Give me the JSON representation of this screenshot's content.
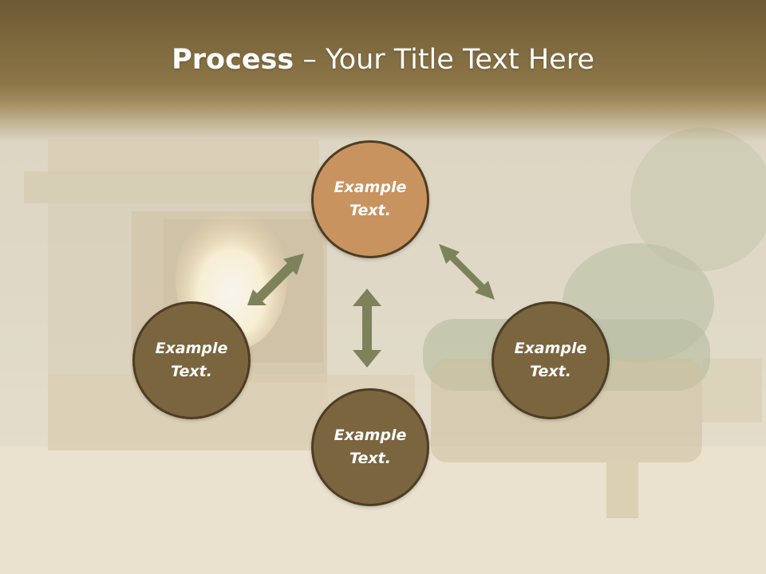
{
  "slide": {
    "title_bold": "Process",
    "title_rest": " – Your Title Text Here"
  },
  "diagram": {
    "nodes": {
      "top": {
        "line1": "Example",
        "line2": "Text."
      },
      "left": {
        "line1": "Example",
        "line2": "Text."
      },
      "right": {
        "line1": "Example",
        "line2": "Text."
      },
      "bottom": {
        "line1": "Example",
        "line2": "Text."
      }
    }
  },
  "colors": {
    "title_band": "#7c6438",
    "node_accent": "#c9935f",
    "node_default": "#7a653f",
    "node_border": "#4d3d24",
    "arrow": "#7d825a"
  }
}
